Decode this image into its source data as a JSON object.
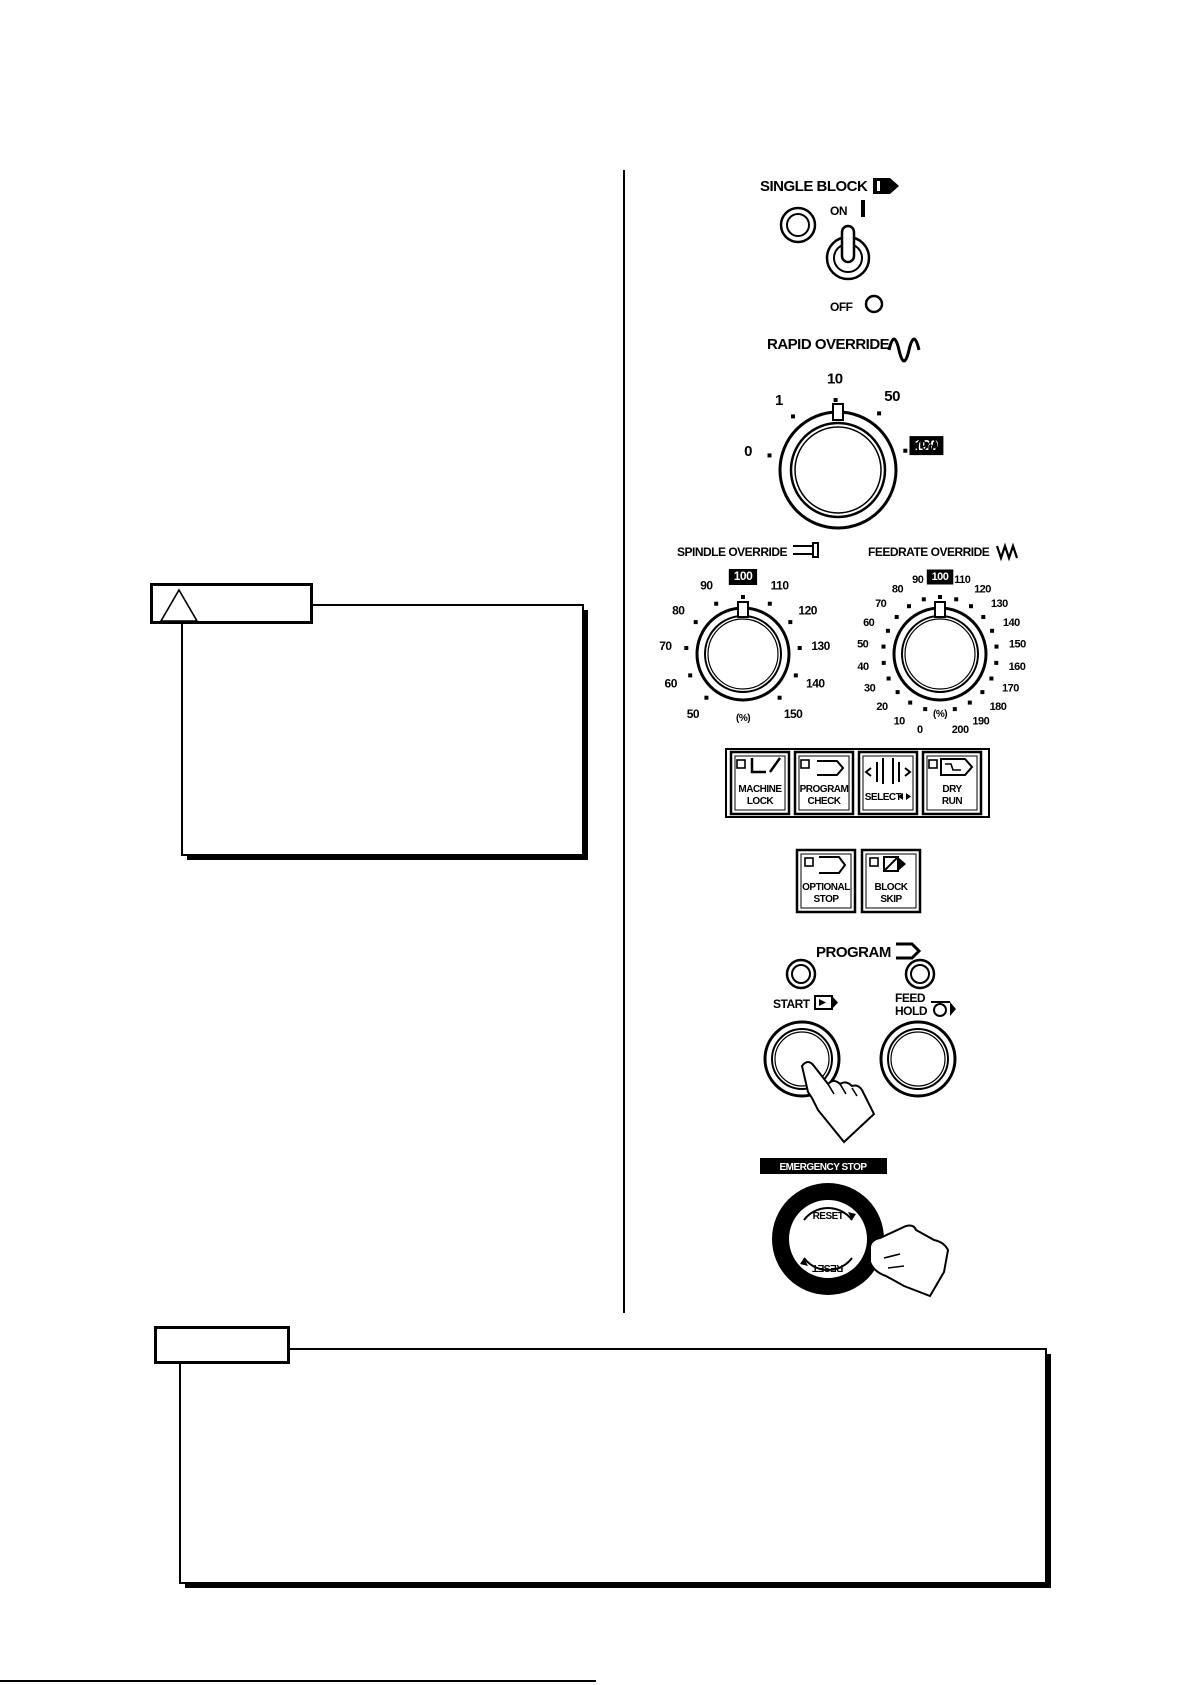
{
  "panel": {
    "single_block": {
      "title": "SINGLE BLOCK",
      "on": "ON",
      "off": "OFF"
    },
    "rapid_override": {
      "title": "RAPID OVERRIDE",
      "ticks": [
        "0",
        "1",
        "10",
        "50",
        "100"
      ],
      "selected": "100",
      "unit": "(%)"
    },
    "spindle_override": {
      "title": "SPINDLE OVERRIDE",
      "ticks": [
        "50",
        "60",
        "70",
        "80",
        "90",
        "100",
        "110",
        "120",
        "130",
        "140",
        "150"
      ],
      "selected": "100",
      "unit": "(%)"
    },
    "feedrate_override": {
      "title": "FEEDRATE OVERRIDE",
      "ticks": [
        "0",
        "10",
        "20",
        "30",
        "40",
        "50",
        "60",
        "70",
        "80",
        "90",
        "100",
        "110",
        "120",
        "130",
        "140",
        "150",
        "160",
        "170",
        "180",
        "190",
        "200"
      ],
      "selected": "100",
      "unit": "(%)"
    },
    "mode_keys": [
      {
        "line1": "MACHINE",
        "line2": "LOCK"
      },
      {
        "line1": "PROGRAM",
        "line2": "CHECK"
      },
      {
        "line1": "SELECT",
        "line2": ""
      },
      {
        "line1": "DRY",
        "line2": "RUN"
      }
    ],
    "skip_keys": [
      {
        "line1": "OPTIONAL",
        "line2": "STOP"
      },
      {
        "line1": "BLOCK",
        "line2": "SKIP"
      }
    ],
    "program": {
      "title": "PROGRAM",
      "start": "START",
      "feed_hold_1": "FEED",
      "feed_hold_2": "HOLD"
    },
    "emergency_stop": {
      "title": "EMERGENCY STOP",
      "reset": "RESET"
    }
  },
  "icons": {
    "warning": "warning-triangle-icon",
    "hand": "pointing-hand-icon"
  }
}
